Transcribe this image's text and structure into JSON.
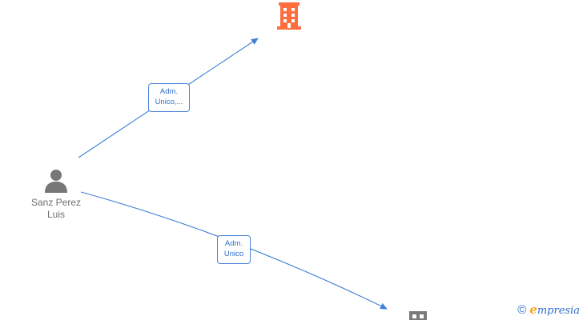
{
  "diagram": {
    "person": {
      "name_line1": "Sanz Perez",
      "name_line2": "Luis",
      "icon": "person-icon"
    },
    "companies": [
      {
        "icon": "building-icon",
        "color": "#ff6c3e"
      },
      {
        "icon": "building-icon",
        "color": "#7a7a7a"
      }
    ],
    "edges": [
      {
        "label_line1": "Adm.",
        "label_line2": "Unico,..."
      },
      {
        "label_line1": "Adm.",
        "label_line2": "Unico"
      }
    ],
    "edge_color": "#3f80d6",
    "person_color": "#777777"
  },
  "watermark": {
    "copyright": "©",
    "brand_initial": "e",
    "brand_rest": "mpresia"
  }
}
